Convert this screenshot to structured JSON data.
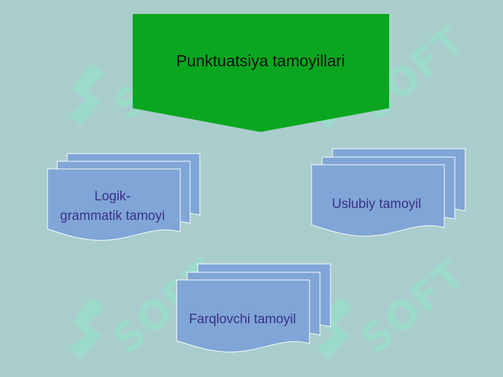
{
  "diagram": {
    "title": "Punktuatsiya tamoyillari",
    "nodes": [
      {
        "id": "logik",
        "line1": "Logik-",
        "line2": "grammatik tamoyi"
      },
      {
        "id": "uslubiy",
        "text": "Uslubiy tamoyil"
      },
      {
        "id": "farq",
        "text": "Farqlovchi tamoyil"
      }
    ],
    "watermark": "SOFT"
  },
  "colors": {
    "background": "#a9cdcc",
    "header_fill": "#0aa61f",
    "card_fill": "#7fa6d6",
    "card_border": "#ffffff",
    "node_text": "#3a2f86",
    "title_text": "#111111"
  }
}
